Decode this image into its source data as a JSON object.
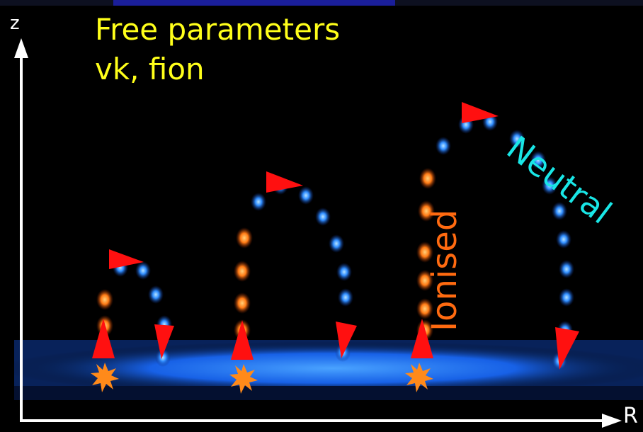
{
  "title": {
    "line1": "Free parameters",
    "line2": "vk, fion"
  },
  "labels": {
    "neutral": "Neutral",
    "ionised": "Ionised"
  },
  "axes": {
    "z": "z",
    "r": "R"
  },
  "colors": {
    "title": "#ffff1a",
    "neutral_label": "#19e6e6",
    "ionised_label": "#ff6a10",
    "neutral_blob": "#1e7bff",
    "ionised_blob": "#ff7a14",
    "arrow": "#ff1010",
    "disc": "#1a6cff",
    "axis": "#ffffff"
  }
}
